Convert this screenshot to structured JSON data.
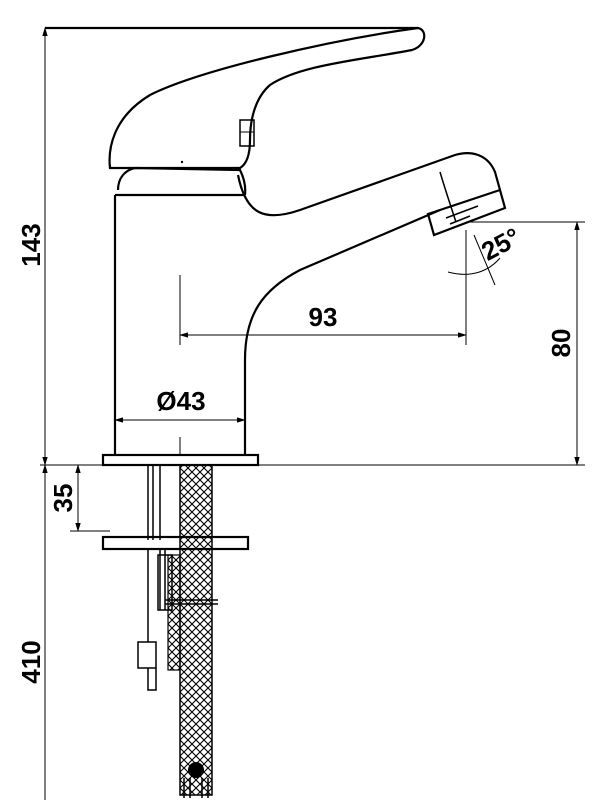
{
  "dimensions": {
    "total_height": "143",
    "spout_reach": "93",
    "spout_height": "80",
    "body_diameter": "Ø43",
    "thread_length": "35",
    "hose_length": "410",
    "spout_angle": "25°"
  },
  "colors": {
    "ink": "#000000",
    "paper": "#ffffff"
  }
}
